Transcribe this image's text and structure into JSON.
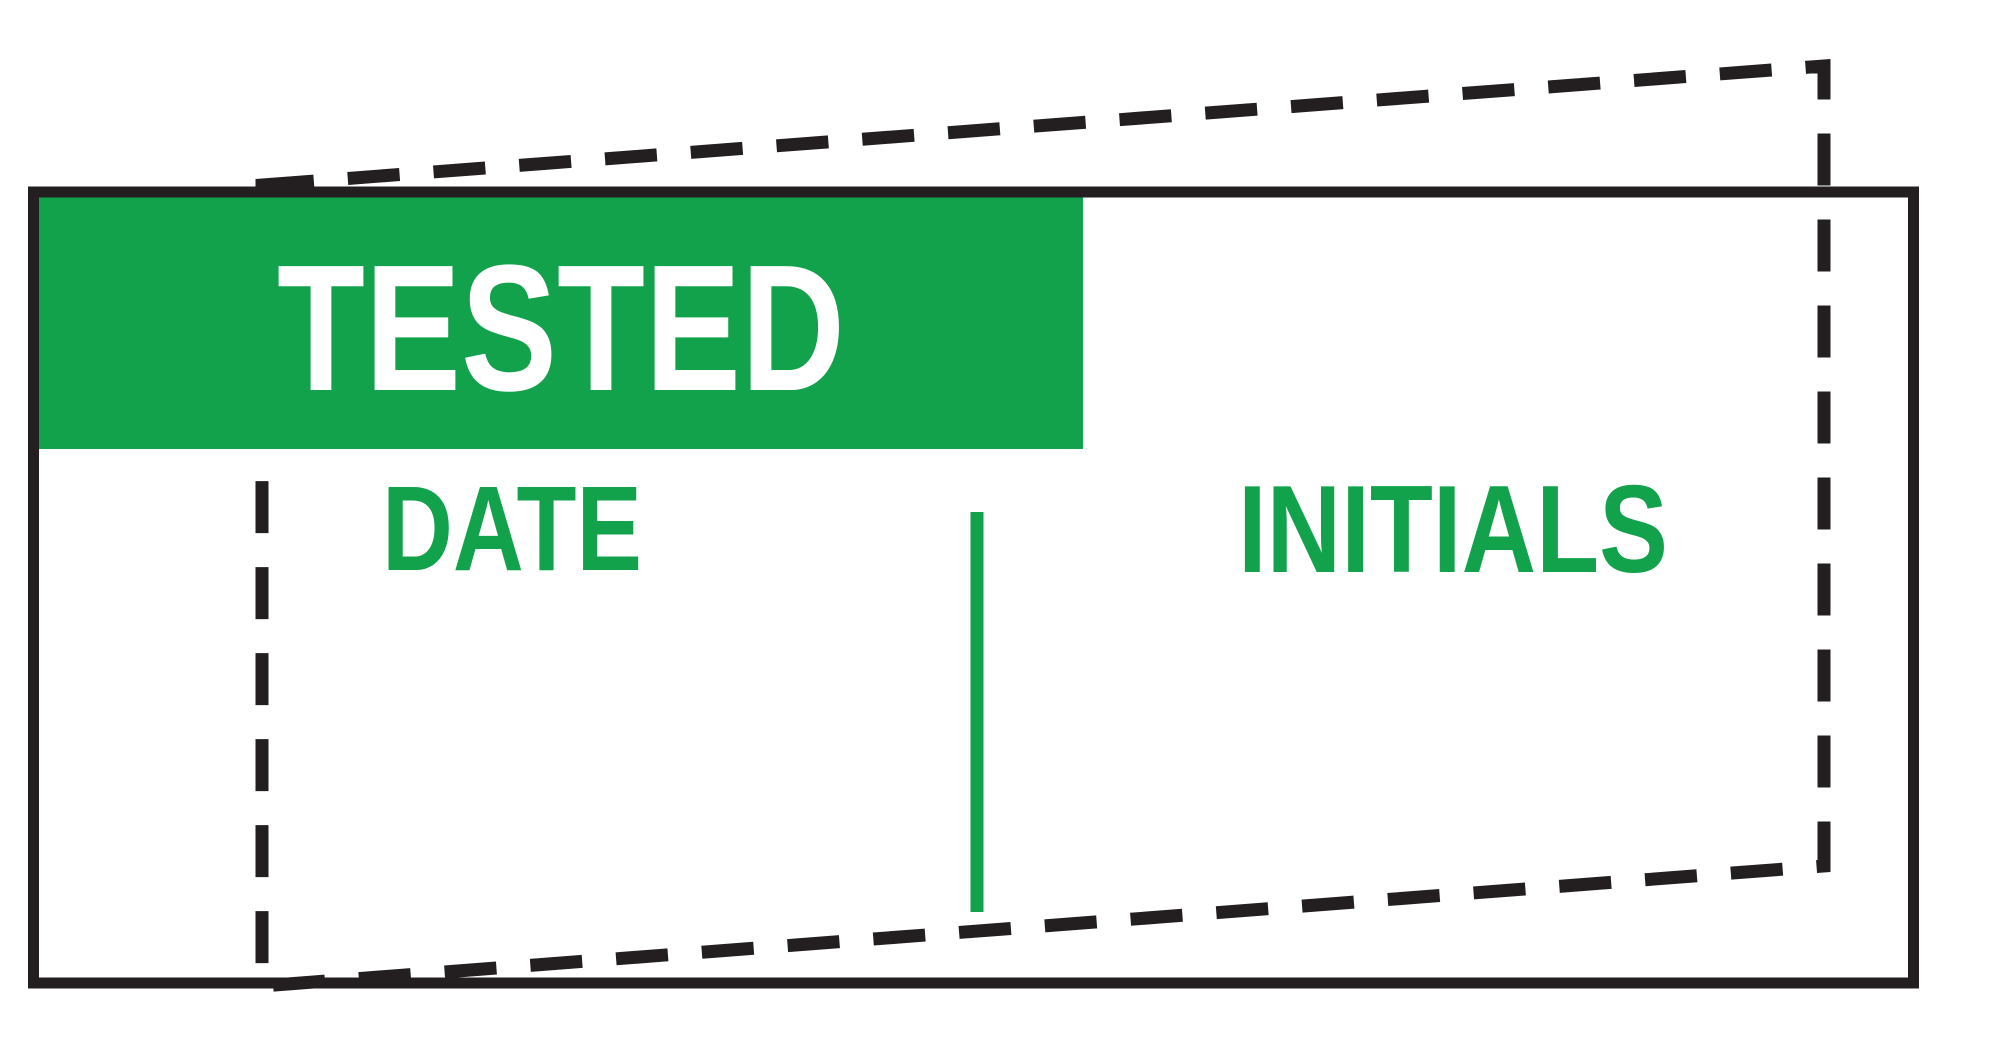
{
  "label": {
    "type": "quality-inspection-label",
    "header": {
      "title": "TESTED"
    },
    "fields": [
      {
        "label": "DATE"
      },
      {
        "label": "INITIALS"
      }
    ]
  },
  "colors": {
    "green": "#12a24c",
    "black": "#231f20",
    "white": "#ffffff"
  }
}
